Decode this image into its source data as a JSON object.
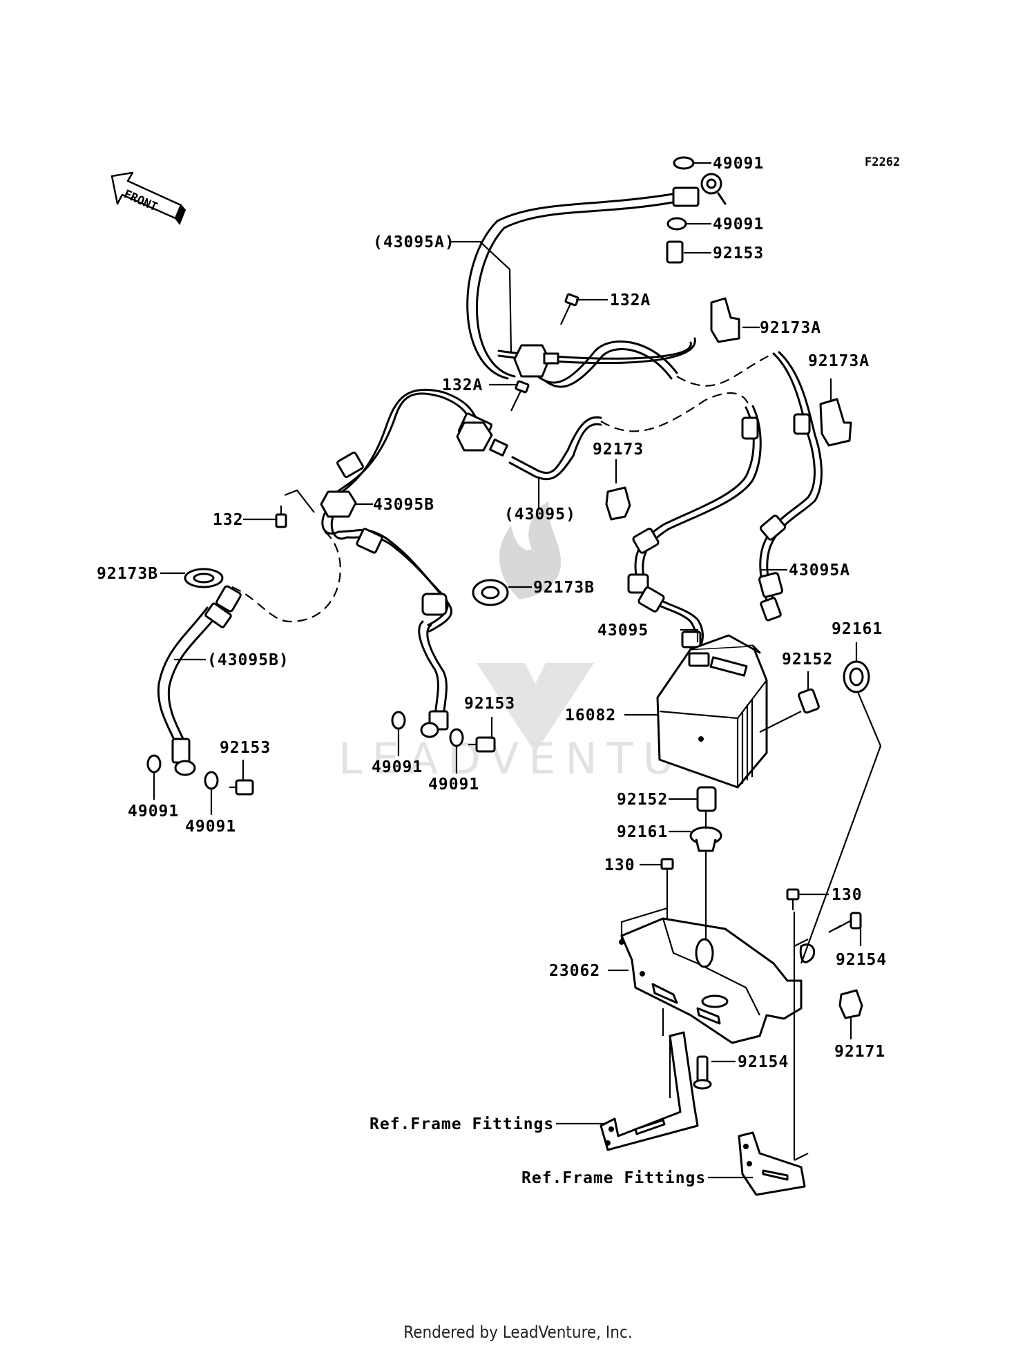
{
  "diagram_code": "F2262",
  "front_marker": "FRONT",
  "watermark": "LEADVENTURE",
  "footer": "Rendered by LeadVenture, Inc.",
  "labels": {
    "l49091_top": "49091",
    "l49091_top2": "49091",
    "l92153_top": "92153",
    "l43095A_paren": "(43095A)",
    "l132A_top": "132A",
    "l92173A_1": "92173A",
    "l92173A_2": "92173A",
    "l132A_mid": "132A",
    "l92173": "92173",
    "l43095_paren": "(43095)",
    "l132": "132",
    "l43095B": "43095B",
    "l92173B_left": "92173B",
    "l92173B_mid": "92173B",
    "l43095A": "43095A",
    "l43095": "43095",
    "l92161_top": "92161",
    "l92152_top": "92152",
    "l43095B_paren": "(43095B)",
    "l92153_mid": "92153",
    "l16082": "16082",
    "l92153_left": "92153",
    "l49091_mid1": "49091",
    "l49091_mid2": "49091",
    "l49091_left1": "49091",
    "l49091_left2": "49091",
    "l92152_bot": "92152",
    "l92161_bot": "92161",
    "l130_left": "130",
    "l130_right": "130",
    "l92154_right": "92154",
    "l23062": "23062",
    "l92171": "92171",
    "l92154_bot": "92154",
    "l_ref1": "Ref.Frame Fittings",
    "l_ref2": "Ref.Frame Fittings"
  }
}
